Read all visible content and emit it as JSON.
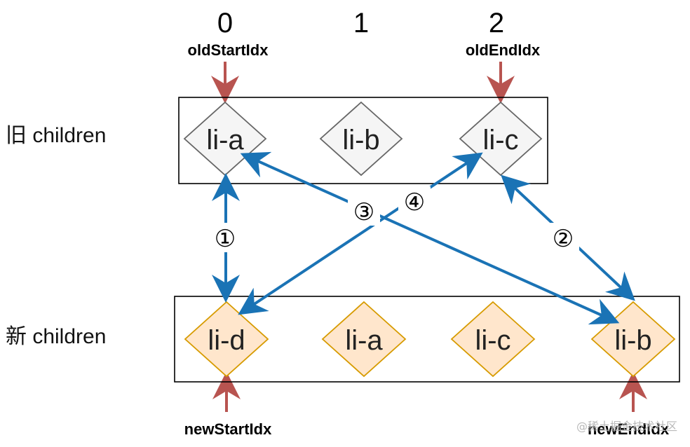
{
  "indices": [
    "0",
    "1",
    "2"
  ],
  "pointers": {
    "old_start": "oldStartIdx",
    "old_end": "oldEndIdx",
    "new_start": "newStartIdx",
    "new_end": "newEndIdx"
  },
  "rows": {
    "old_label": "旧 children",
    "new_label": "新 children"
  },
  "old_children": [
    "li-a",
    "li-b",
    "li-c"
  ],
  "new_children": [
    "li-d",
    "li-a",
    "li-c",
    "li-b"
  ],
  "steps": [
    "①",
    "②",
    "③",
    "④"
  ],
  "watermark": "@稀土掘金技术社区",
  "colors": {
    "old_fill": "#f5f5f5",
    "old_stroke": "#666666",
    "new_fill": "#ffe6cc",
    "new_stroke": "#d79b00",
    "compare_arrow": "#1a73b5",
    "pointer_arrow": "#b85450"
  }
}
